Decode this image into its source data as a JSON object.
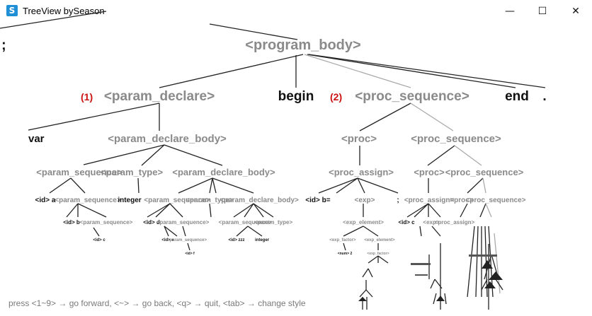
{
  "window": {
    "title": "TreeView bySeason",
    "icon": "app-s-icon",
    "minimize_glyph": "—",
    "maximize_glyph": "☐",
    "close_glyph": "✕"
  },
  "colors": {
    "gray_node": "#8a8a8a",
    "dark_node": "#111111",
    "marker": "#cc1111",
    "edge": "#222222",
    "edge_light": "#aaaaaa"
  },
  "tree": {
    "left_fragment": ";",
    "root": "<program_body>",
    "level1": {
      "marker1": "(1)",
      "param_declare": "<param_declare>",
      "begin": "begin",
      "marker2": "(2)",
      "proc_sequence": "<proc_sequence>",
      "end": "end",
      "dot": "."
    },
    "level2": {
      "var": "var",
      "param_declare_body": "<param_declare_body>",
      "proc": "<proc>",
      "proc_sequence": "<proc_sequence>"
    },
    "level3": {
      "param_sequence": "<param_sequence>",
      "param_type": "<param_type>",
      "param_declare_body": "<param_declare_body>",
      "proc_assign": "<proc_assign>",
      "proc": "<proc>",
      "proc_sequence": "<proc_sequence>"
    },
    "level4": {
      "id_a": "<id> a",
      "param_sequence": "<param_sequence>",
      "integer": "integer",
      "param_sequence_2": "<param_sequence>",
      "param_type": "<param_type>",
      "param_declare_body": "<param_declare_body>",
      "id_b": "<id> b",
      "assign": ":=",
      "exp": "<exp>",
      "semicolon": ";",
      "proc_assign": "<proc_assign>",
      "proc": "<proc>",
      "proc_sequence": "<proc_sequence>"
    },
    "level5": {
      "id_b": "<id> b",
      "param_sequence": "<param_sequence>",
      "id_d": "<id> d",
      "param_sequence_2": "<param_sequence>",
      "param_sequence_3": "<param_sequence>",
      "param_type": "<param_type>",
      "exp_element": "<exp_element>",
      "id_c": "<id> c",
      "exp": "<exp>",
      "proc_assign": "<proc_assign>"
    },
    "level6": {
      "id_c": "<id> c",
      "id_e": "<id> e",
      "param_sequence": "<param_sequence>",
      "id_zzz": "<id> zzz",
      "integer": "integer",
      "exp_factor": "<exp_factor>",
      "exp_element": "<exp_element>"
    },
    "level7": {
      "id_f": "<id> f",
      "num_2": "<num> 2",
      "exp_factor": "<exp_factor>"
    }
  },
  "hint": "press <1~9> → go forward, <~> → go back, <q> → quit, <tab> → change style"
}
